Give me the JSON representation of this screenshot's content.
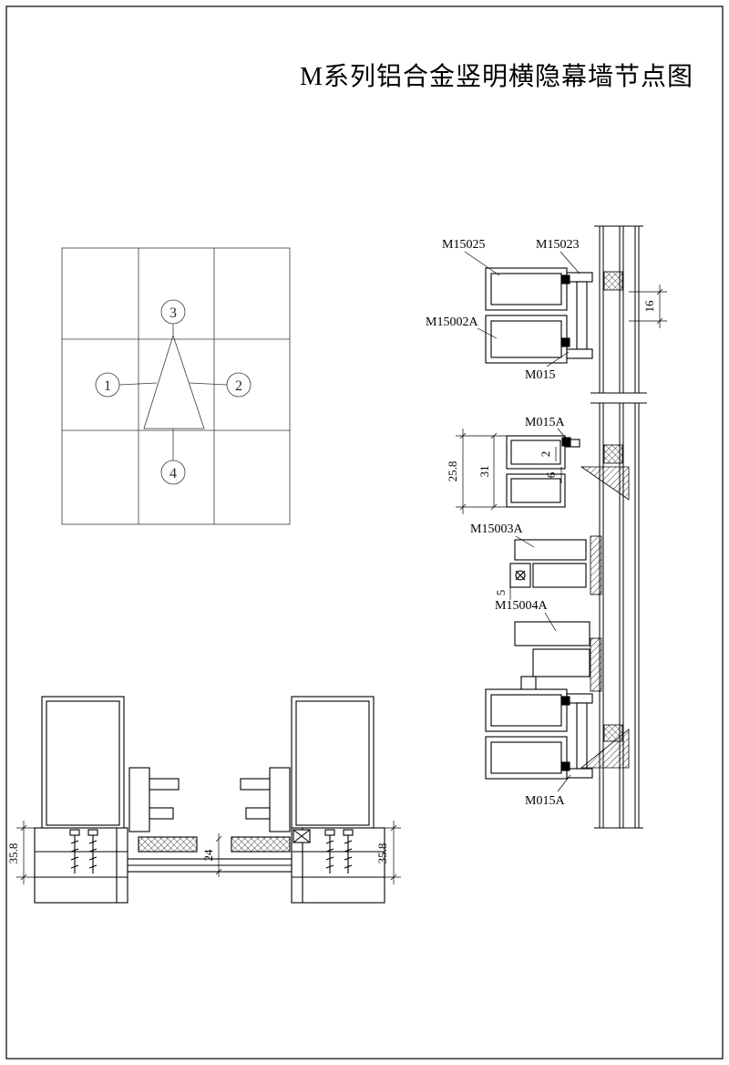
{
  "title": "M系列铝合金竖明横隐幕墙节点图",
  "key_plan": {
    "callout_1": "1",
    "callout_2": "2",
    "callout_3": "3",
    "callout_4": "4"
  },
  "part_labels": {
    "m15025": "M15025",
    "m15023": "M15023",
    "m15002a": "M15002A",
    "m015": "M015",
    "m015a_upper": "M015A",
    "m15003a": "M15003A",
    "m15004a": "M15004A",
    "m015a_lower": "M015A"
  },
  "dimensions": {
    "glass_seam": "16",
    "mullion_depth": "25.8",
    "mullion_width": "31",
    "dim_2": "2",
    "dim_6": "6",
    "dim_5": "5",
    "left_depth": "35.8",
    "center_gap": "24",
    "right_depth": "35.8"
  }
}
